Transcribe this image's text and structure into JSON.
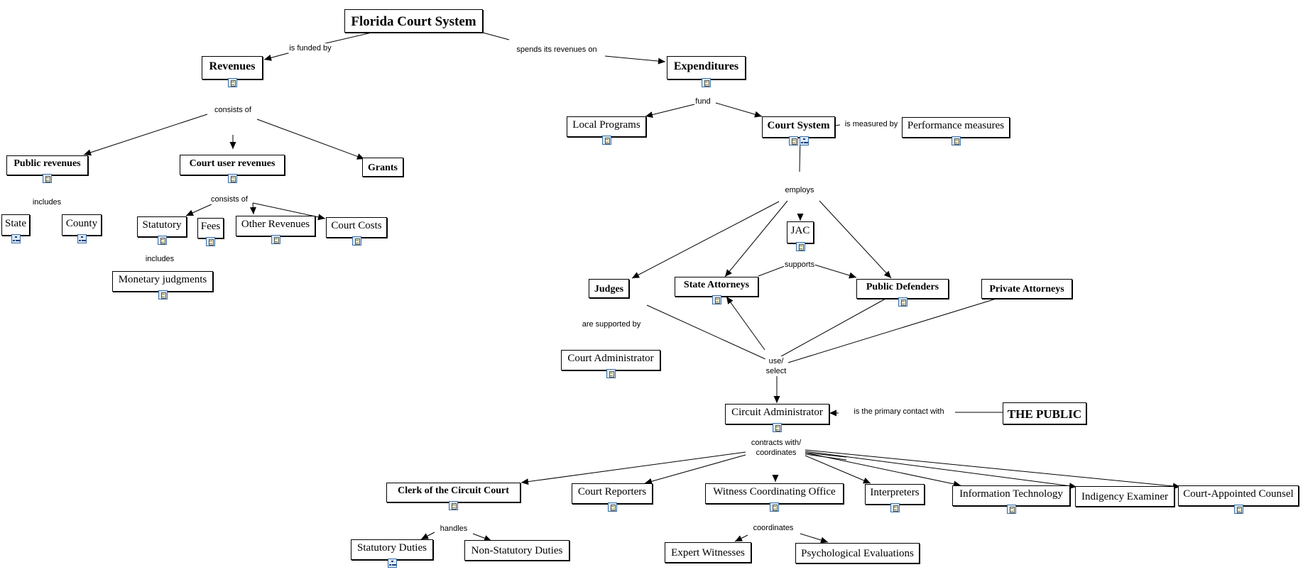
{
  "nodes": [
    {
      "id": "florida",
      "label": "Florida Court System",
      "bold": true,
      "icons": []
    },
    {
      "id": "revenues",
      "label": "Revenues",
      "bold": true,
      "icons": [
        "document-icon"
      ]
    },
    {
      "id": "expenditures",
      "label": "Expenditures",
      "bold": true,
      "icons": [
        "document-icon"
      ]
    },
    {
      "id": "public_rev",
      "label": "Public revenues",
      "bold": true,
      "icons": [
        "document-icon"
      ]
    },
    {
      "id": "court_user_rev",
      "label": "Court user revenues",
      "bold": true,
      "icons": [
        "document-icon"
      ]
    },
    {
      "id": "grants",
      "label": "Grants",
      "bold": true,
      "icons": []
    },
    {
      "id": "state",
      "label": "State",
      "bold": false,
      "icons": [
        "concept-map-icon"
      ]
    },
    {
      "id": "county",
      "label": "County",
      "bold": false,
      "icons": [
        "concept-map-icon"
      ]
    },
    {
      "id": "statutory",
      "label": "Statutory",
      "bold": false,
      "icons": [
        "document-icon"
      ]
    },
    {
      "id": "fees",
      "label": "Fees",
      "bold": false,
      "icons": [
        "document-icon"
      ]
    },
    {
      "id": "other_rev",
      "label": "Other Revenues",
      "bold": false,
      "icons": [
        "document-icon"
      ]
    },
    {
      "id": "court_costs",
      "label": "Court Costs",
      "bold": false,
      "icons": [
        "document-icon"
      ]
    },
    {
      "id": "monetary",
      "label": "Monetary judgments",
      "bold": false,
      "icons": [
        "document-icon"
      ]
    },
    {
      "id": "local_programs",
      "label": "Local Programs",
      "bold": false,
      "icons": [
        "document-icon"
      ]
    },
    {
      "id": "court_system",
      "label": "Court System",
      "bold": true,
      "icons": [
        "document-icon",
        "concept-map-icon"
      ]
    },
    {
      "id": "performance",
      "label": "Performance measures",
      "bold": false,
      "icons": [
        "document-icon"
      ]
    },
    {
      "id": "jac",
      "label": "JAC",
      "bold": false,
      "icons": [
        "document-icon"
      ]
    },
    {
      "id": "judges",
      "label": "Judges",
      "bold": true,
      "icons": []
    },
    {
      "id": "state_attorneys",
      "label": "State Attorneys",
      "bold": true,
      "icons": [
        "document-icon"
      ]
    },
    {
      "id": "public_defenders",
      "label": "Public Defenders",
      "bold": true,
      "icons": [
        "document-icon"
      ]
    },
    {
      "id": "private_attorneys",
      "label": "Private Attorneys",
      "bold": true,
      "icons": []
    },
    {
      "id": "court_admin",
      "label": "Court Administrator",
      "bold": false,
      "icons": [
        "document-icon"
      ]
    },
    {
      "id": "circuit_admin",
      "label": "Circuit Administrator",
      "bold": false,
      "icons": [
        "document-icon"
      ]
    },
    {
      "id": "the_public",
      "label": "THE PUBLIC",
      "bold": true,
      "icons": []
    },
    {
      "id": "clerk",
      "label": "Clerk of the Circuit Court",
      "bold": true,
      "icons": [
        "document-icon"
      ]
    },
    {
      "id": "court_reporters",
      "label": "Court Reporters",
      "bold": false,
      "icons": [
        "document-icon"
      ]
    },
    {
      "id": "witness_office",
      "label": "Witness Coordinating Office",
      "bold": false,
      "icons": [
        "document-icon"
      ]
    },
    {
      "id": "interpreters",
      "label": "Interpreters",
      "bold": false,
      "icons": [
        "document-icon"
      ]
    },
    {
      "id": "info_tech",
      "label": "Information Technology",
      "bold": false,
      "icons": [
        "document-icon"
      ]
    },
    {
      "id": "indigency",
      "label": "Indigency Examiner",
      "bold": false,
      "icons": []
    },
    {
      "id": "court_counsel",
      "label": "Court-Appointed Counsel",
      "bold": false,
      "icons": [
        "document-icon"
      ]
    },
    {
      "id": "stat_duties",
      "label": "Statutory Duties",
      "bold": false,
      "icons": [
        "concept-map-icon"
      ]
    },
    {
      "id": "nonstat_duties",
      "label": "Non-Statutory Duties",
      "bold": false,
      "icons": []
    },
    {
      "id": "expert_witnesses",
      "label": "Expert Witnesses",
      "bold": false,
      "icons": []
    },
    {
      "id": "psych_evals",
      "label": "Psychological Evaluations",
      "bold": false,
      "icons": []
    }
  ],
  "links": [
    {
      "id": "is_funded_by",
      "text": "is funded by"
    },
    {
      "id": "spends",
      "text": "spends its revenues on"
    },
    {
      "id": "consists_of_1",
      "text": "consists of"
    },
    {
      "id": "includes_1",
      "text": "includes"
    },
    {
      "id": "consists_of_2",
      "text": "consists of"
    },
    {
      "id": "includes_2",
      "text": "includes"
    },
    {
      "id": "fund",
      "text": "fund"
    },
    {
      "id": "is_measured_by",
      "text": "is measured by"
    },
    {
      "id": "employs",
      "text": "employs"
    },
    {
      "id": "supports",
      "text": "supports"
    },
    {
      "id": "are_supported_by",
      "text": "are supported by"
    },
    {
      "id": "use_select",
      "text": "use/\nselect"
    },
    {
      "id": "primary_contact",
      "text": "is the primary contact with"
    },
    {
      "id": "contracts_with",
      "text": "contracts with/\ncoordinates"
    },
    {
      "id": "handles",
      "text": "handles"
    },
    {
      "id": "coordinates",
      "text": "coordinates"
    }
  ]
}
